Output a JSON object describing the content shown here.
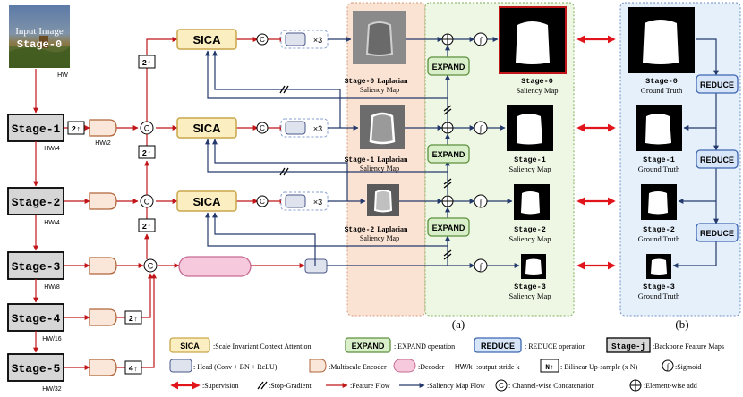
{
  "input": {
    "line1": "Input Image",
    "line2": "Stage-0",
    "stride": "HW"
  },
  "colors": {
    "feature_flow": "#c0161a",
    "saliency_flow": "#24396b",
    "supervision": "#e0141a",
    "sica_fill": "#fbeec0",
    "sica_stroke": "#c9a64a",
    "expand_fill": "#d9efc9",
    "expand_stroke": "#5d8f3e",
    "reduce_fill": "#d6e5f8",
    "reduce_stroke": "#3c66b0",
    "stage_fill": "#d6d6d6",
    "head_fill": "#dfe3ee",
    "head_stroke": "#4a5a8a",
    "encoder_fill": "#fbe7d9",
    "encoder_stroke": "#b0653a",
    "decoder_fill": "#f6c9dc",
    "decoder_stroke": "#c66b92",
    "panel_a_left": "#fbe3d4",
    "panel_a_right": "#eef7e4",
    "panel_b": "#e6f0fb"
  },
  "backbone": [
    {
      "label": "Stage-1",
      "stride": "HW/4"
    },
    {
      "label": "Stage-2",
      "stride": "HW/4"
    },
    {
      "label": "Stage-3",
      "stride": "HW/8"
    },
    {
      "label": "Stage-4",
      "stride": "HW/16"
    },
    {
      "label": "Stage-5",
      "stride": "HW/32"
    }
  ],
  "enc_strides": {
    "s1": "HW/2"
  },
  "labels": {
    "sica": "SICA",
    "expand": "EXPAND",
    "reduce": "REDUCE",
    "concat": "C",
    "x3": "×3",
    "up2": "2↑",
    "up4": "4↑",
    "sig": "∫"
  },
  "laplacian": [
    {
      "stage": "Stage-0",
      "bold": "Laplacian",
      "sub": "Saliency Map"
    },
    {
      "stage": "Stage-1",
      "bold": "Laplacian",
      "sub": "Saliency Map"
    },
    {
      "stage": "Stage-2",
      "bold": "Laplacian",
      "sub": "Saliency Map"
    }
  ],
  "saliency": [
    {
      "stage": "Stage-0",
      "sub": "Saliency Map"
    },
    {
      "stage": "Stage-1",
      "sub": "Saliency Map"
    },
    {
      "stage": "Stage-2",
      "sub": "Saliency Map"
    },
    {
      "stage": "Stage-3",
      "sub": "Saliency Map"
    }
  ],
  "gt": [
    {
      "stage": "Stage-0",
      "sub": "Ground Truth"
    },
    {
      "stage": "Stage-1",
      "sub": "Ground Truth"
    },
    {
      "stage": "Stage-2",
      "sub": "Ground Truth"
    },
    {
      "stage": "Stage-3",
      "sub": "Ground Truth"
    }
  ],
  "panel_labels": {
    "a": "(a)",
    "b": "(b)"
  },
  "legend": {
    "sica": {
      "key": "SICA",
      "text": ":Scale Invariant Context Attention"
    },
    "expand": {
      "key": "EXPAND",
      "text": ": EXPAND operation"
    },
    "reduce": {
      "key": "REDUCE",
      "text": ": REDUCE operation"
    },
    "stage": {
      "key": "Stage-j",
      "text": ":Backbone Feature Maps"
    },
    "head": {
      "text": ": Head (Conv + BN + ReLU)"
    },
    "encoder": {
      "text": ":Multiscale Encoder"
    },
    "decoder": {
      "text": ":Decoder"
    },
    "stride": {
      "key": "HW/k",
      "text": ":output stride k"
    },
    "upsample": {
      "key": "N↑",
      "text": ": Bilinear Up-sample (x N)"
    },
    "sigmoid": {
      "key": "∫",
      "text": ":Sigmoid"
    },
    "supervision": {
      "text": ":Supervision"
    },
    "stopgrad": {
      "text": ":Stop-Gradient"
    },
    "feature": {
      "text": ":Feature Flow"
    },
    "saliency": {
      "text": ":Saliency Map Flow"
    },
    "concat": {
      "key": "C",
      "text": ": Channel-wise Concatenation"
    },
    "add": {
      "text": ":Element-wise add"
    }
  }
}
